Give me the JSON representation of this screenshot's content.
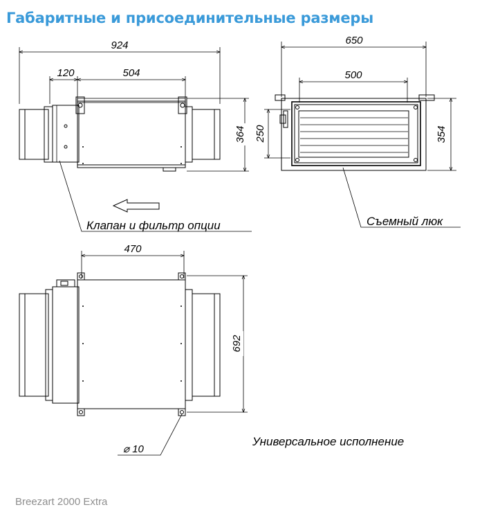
{
  "page": {
    "title": "Габаритные и присоединительные размеры",
    "footer": "Breezart 2000 Extra"
  },
  "dimensions": {
    "side_total_width": "924",
    "side_flange": "120",
    "side_body": "504",
    "side_height": "364",
    "front_total_width": "650",
    "front_hatch_width": "500",
    "front_hatch_height": "250",
    "front_height": "354",
    "top_body_width": "470",
    "top_depth": "692",
    "mount_hole": "⌀ 10"
  },
  "labels": {
    "valve_filter": "Клапан и фильтр опции",
    "removable_hatch": "Съемный люк",
    "universal": "Универсальное исполнение"
  }
}
